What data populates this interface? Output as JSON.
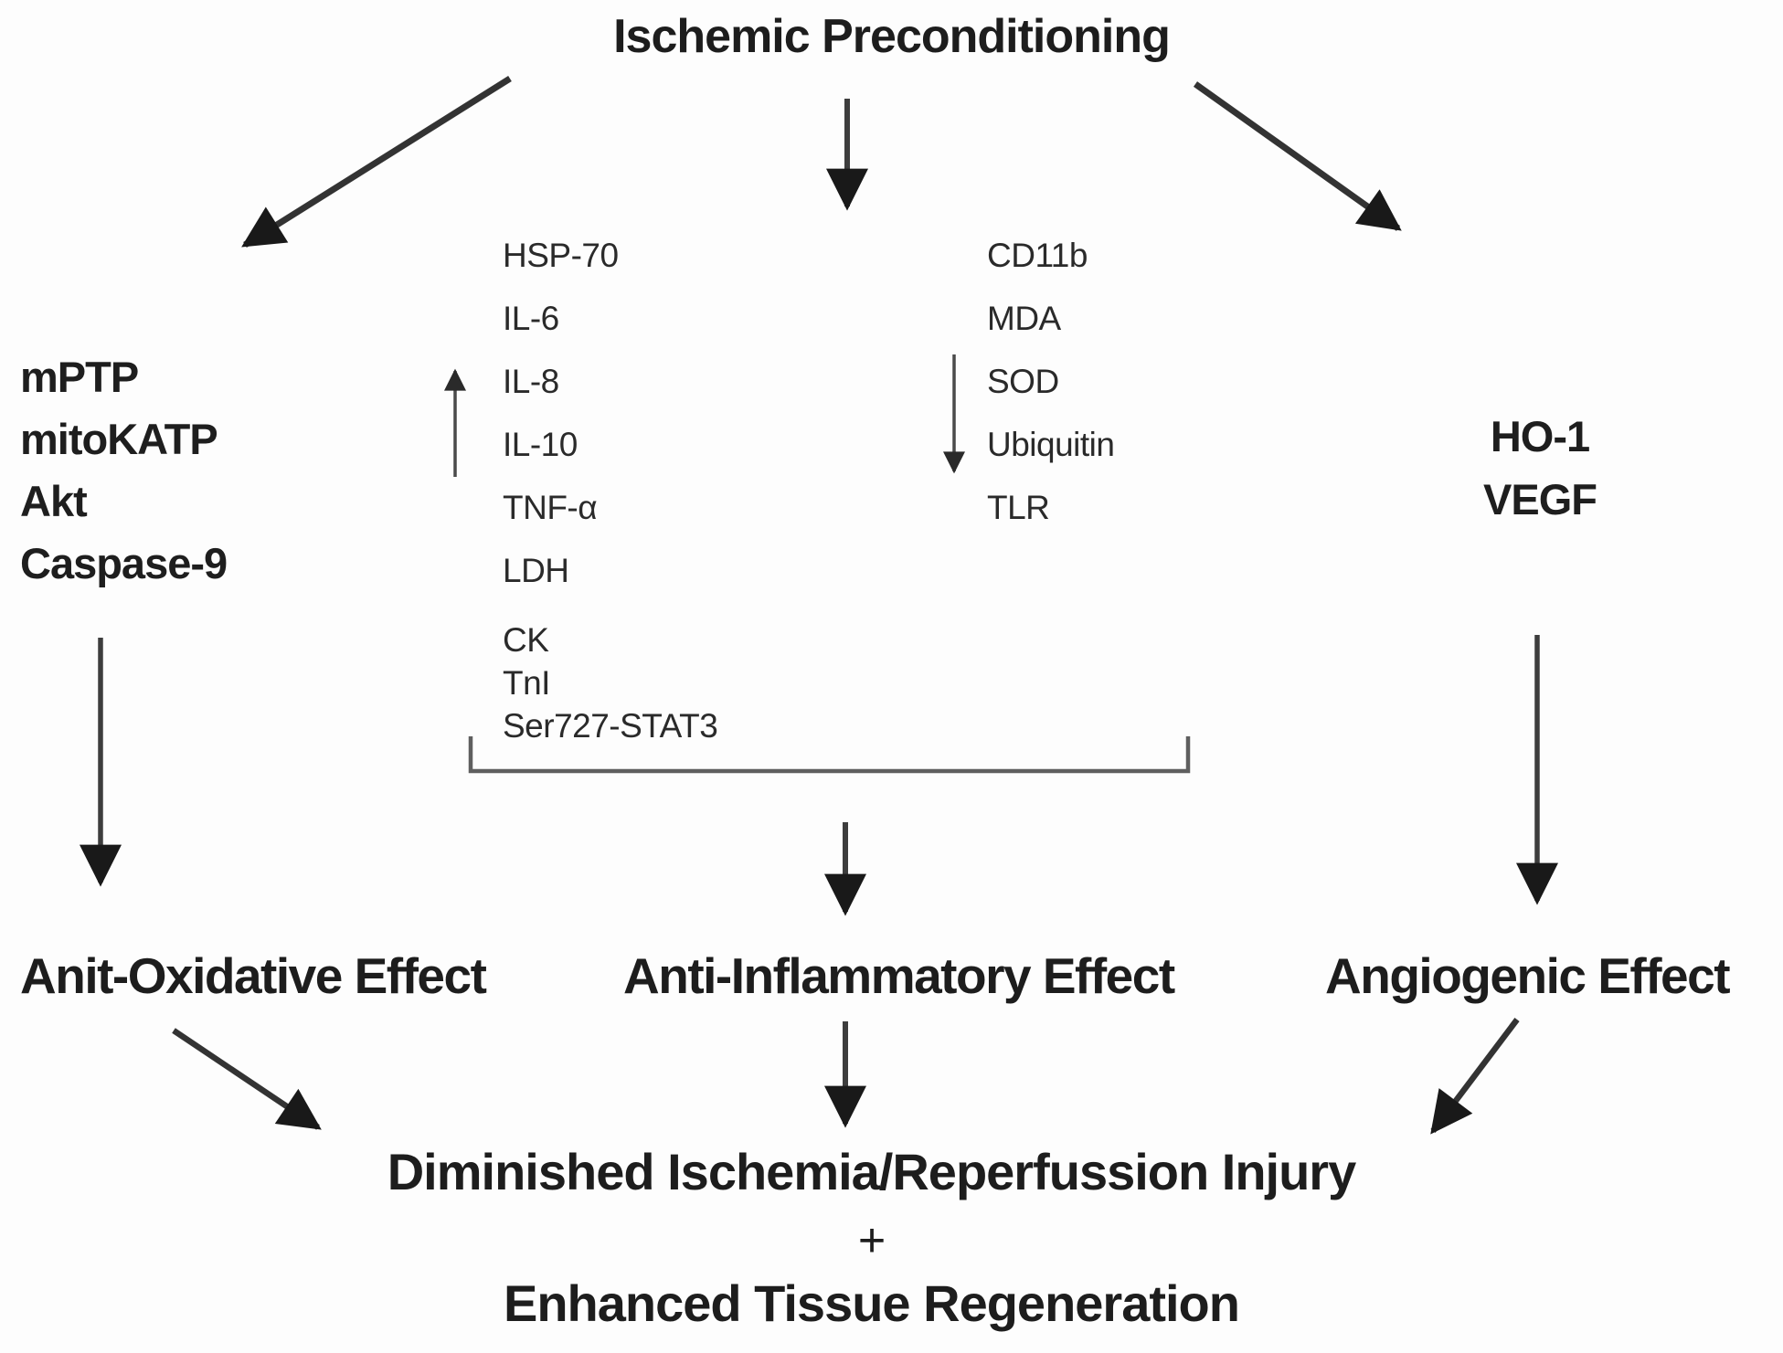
{
  "title": "Ischemic Preconditioning",
  "left_pathway": {
    "mediators": [
      "mPTP",
      "mitoKATP",
      "Akt",
      "Caspase-9"
    ],
    "effect": "Anit-Oxidative Effect"
  },
  "inflammatory_pathway": {
    "increased_markers": [
      "HSP-70",
      "IL-6",
      "IL-8",
      "IL-10",
      "TNF-α",
      "LDH",
      "CK",
      "TnI",
      "Ser727-STAT3"
    ],
    "decreased_markers": [
      "CD11b",
      "MDA",
      "SOD",
      "Ubiquitin",
      "TLR"
    ],
    "effect": "Anti-Inflammatory Effect"
  },
  "angiogenic_pathway": {
    "mediators": [
      "HO-1",
      "VEGF"
    ],
    "effect": "Angiogenic Effect"
  },
  "outcome": {
    "line1": "Diminished Ischemia/Reperfussion Injury",
    "plus": "+",
    "line2": "Enhanced Tissue Regeneration"
  },
  "colors": {
    "text": "#1d1d1d",
    "arrow_shaft": "#3d3d3d",
    "arrow_head": "#191919",
    "bracket": "#5f5f5f",
    "background": "#fdfdfd"
  }
}
